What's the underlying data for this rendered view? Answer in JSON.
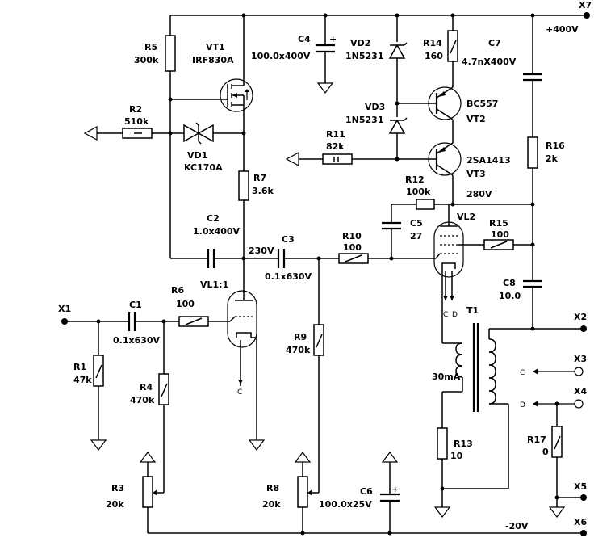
{
  "nets": {
    "plus400": "+400V",
    "v280": "280V",
    "v230": "230V",
    "minus20": "-20V",
    "current": "30mA"
  },
  "terminals": {
    "x1": "X1",
    "x2": "X2",
    "x3": "X3",
    "x4": "X4",
    "x5": "X5",
    "x6": "X6",
    "x7": "X7"
  },
  "components": {
    "r1": {
      "ref": "R1",
      "value": "47k"
    },
    "r2": {
      "ref": "R2",
      "value": "510k"
    },
    "r3": {
      "ref": "R3",
      "value": "20k"
    },
    "r4": {
      "ref": "R4",
      "value": "470k"
    },
    "r5": {
      "ref": "R5",
      "value": "300k"
    },
    "r6": {
      "ref": "R6",
      "value": "100"
    },
    "r7": {
      "ref": "R7",
      "value": "3.6k"
    },
    "r8": {
      "ref": "R8",
      "value": "20k"
    },
    "r9": {
      "ref": "R9",
      "value": "470k"
    },
    "r10": {
      "ref": "R10",
      "value": "100"
    },
    "r11": {
      "ref": "R11",
      "value": "82k"
    },
    "r12": {
      "ref": "R12",
      "value": "100k"
    },
    "r13": {
      "ref": "R13",
      "value": "10"
    },
    "r14": {
      "ref": "R14",
      "value": "160"
    },
    "r15": {
      "ref": "R15",
      "value": "100"
    },
    "r16": {
      "ref": "R16",
      "value": "2k"
    },
    "r17": {
      "ref": "R17",
      "value": "0"
    },
    "c1": {
      "ref": "C1",
      "value": "0.1x630V"
    },
    "c2": {
      "ref": "C2",
      "value": "1.0x400V"
    },
    "c3": {
      "ref": "C3",
      "value": "0.1x630V"
    },
    "c4": {
      "ref": "C4",
      "value": "100.0x400V"
    },
    "c5": {
      "ref": "C5",
      "value": "27"
    },
    "c6": {
      "ref": "C6",
      "value": "100.0x25V"
    },
    "c7": {
      "ref": "C7",
      "value": "4.7nX400V"
    },
    "c8": {
      "ref": "C8",
      "value": "10.0"
    },
    "vt1": {
      "ref": "VT1",
      "value": "IRF830A"
    },
    "vt2": {
      "ref": "VT2",
      "value": "BC557"
    },
    "vt3": {
      "ref": "VT3",
      "value": "2SA1413"
    },
    "vd1": {
      "ref": "VD1",
      "value": "KC170A"
    },
    "vd2": {
      "ref": "VD2",
      "value": "1N5231"
    },
    "vd3": {
      "ref": "VD3",
      "value": "1N5231"
    },
    "vl1": {
      "ref": "VL1:1"
    },
    "vl2": {
      "ref": "VL2"
    },
    "t1": {
      "ref": "T1"
    }
  },
  "pins": {
    "c": "C",
    "d": "D",
    "plus": "+"
  }
}
